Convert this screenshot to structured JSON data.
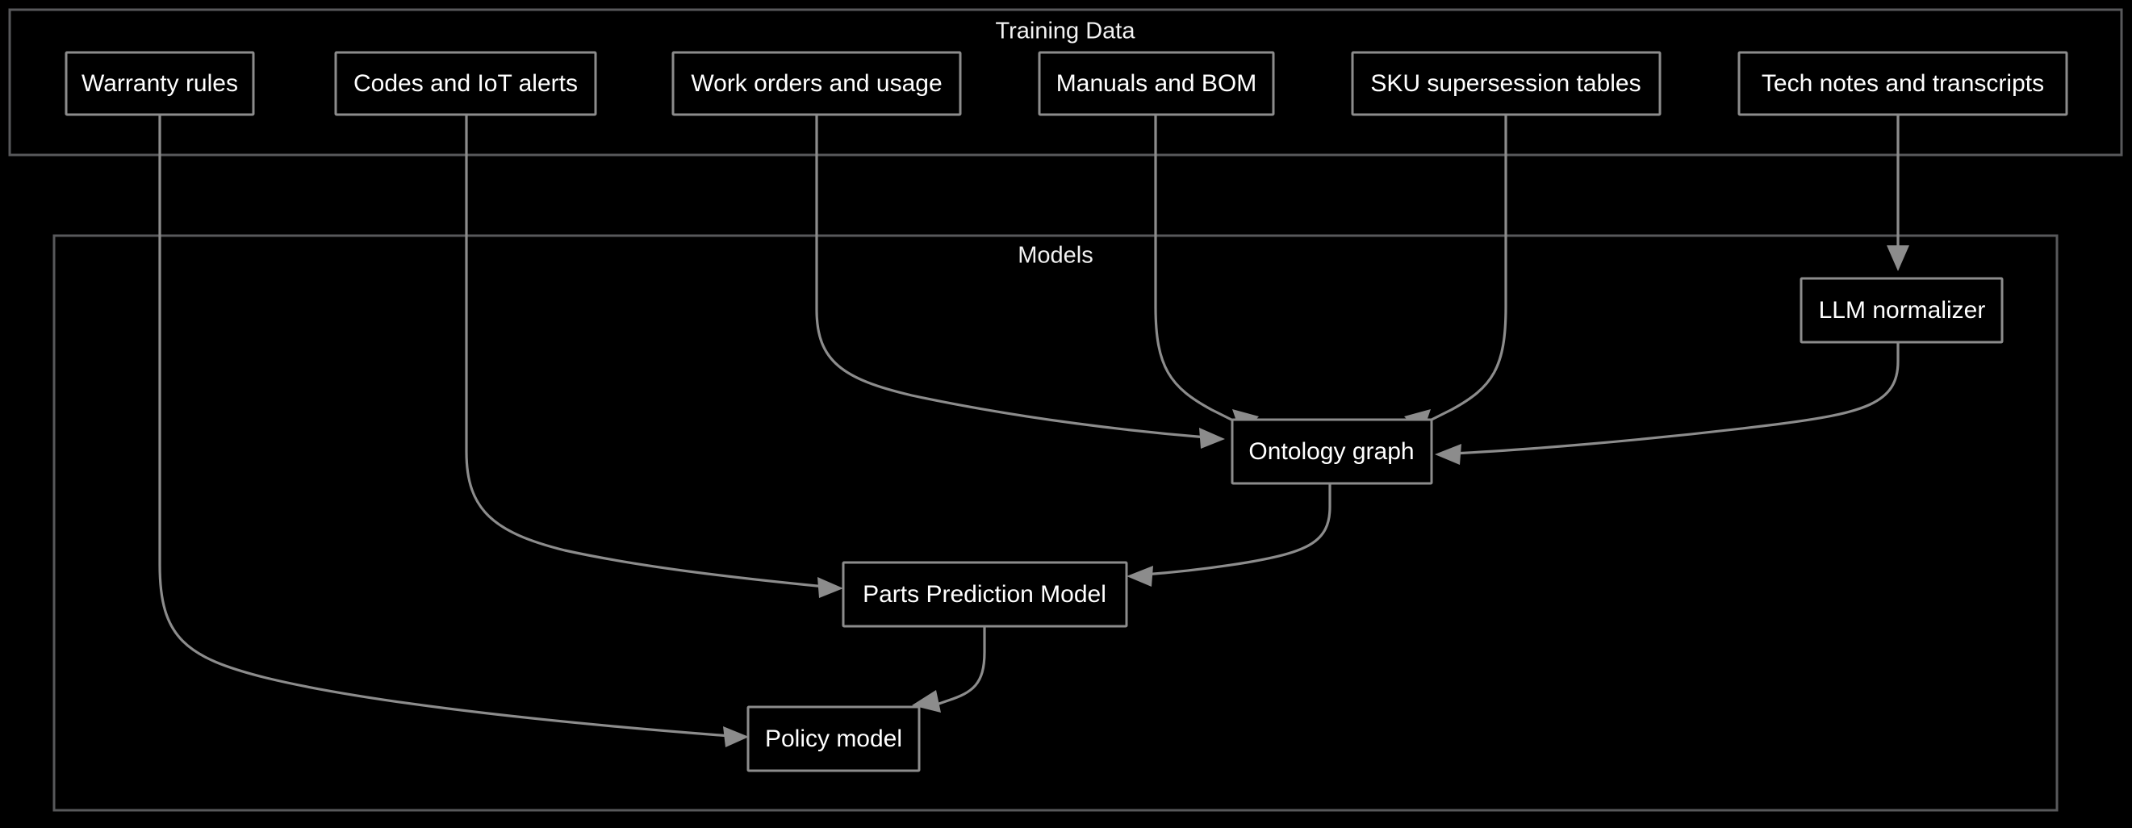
{
  "diagram": {
    "type": "flowchart",
    "direction": "top-down",
    "background_color": "#000000",
    "node_border_color": "#8c8c8c",
    "cluster_border_color": "#58595b",
    "text_color": "#ffffff",
    "edge_color": "#8c8c8c",
    "clusters": [
      {
        "id": "training_data",
        "label": "Training Data",
        "node_ids": [
          "warranty_rules",
          "codes_iot_alerts",
          "work_orders_usage",
          "manuals_bom",
          "sku_supersession",
          "tech_notes_transcripts"
        ]
      },
      {
        "id": "models",
        "label": "Models",
        "node_ids": [
          "llm_normalizer",
          "ontology_graph",
          "parts_prediction_model",
          "policy_model"
        ]
      }
    ],
    "nodes": [
      {
        "id": "warranty_rules",
        "label": "Warranty rules"
      },
      {
        "id": "codes_iot_alerts",
        "label": "Codes and IoT alerts"
      },
      {
        "id": "work_orders_usage",
        "label": "Work orders and usage"
      },
      {
        "id": "manuals_bom",
        "label": "Manuals and BOM"
      },
      {
        "id": "sku_supersession",
        "label": "SKU supersession tables"
      },
      {
        "id": "tech_notes_transcripts",
        "label": "Tech notes and transcripts"
      },
      {
        "id": "llm_normalizer",
        "label": "LLM normalizer"
      },
      {
        "id": "ontology_graph",
        "label": "Ontology graph"
      },
      {
        "id": "parts_prediction_model",
        "label": "Parts Prediction Model"
      },
      {
        "id": "policy_model",
        "label": "Policy model"
      }
    ],
    "edges": [
      {
        "from": "warranty_rules",
        "to": "policy_model"
      },
      {
        "from": "codes_iot_alerts",
        "to": "parts_prediction_model"
      },
      {
        "from": "work_orders_usage",
        "to": "ontology_graph"
      },
      {
        "from": "manuals_bom",
        "to": "ontology_graph"
      },
      {
        "from": "sku_supersession",
        "to": "ontology_graph"
      },
      {
        "from": "tech_notes_transcripts",
        "to": "llm_normalizer"
      },
      {
        "from": "llm_normalizer",
        "to": "ontology_graph"
      },
      {
        "from": "ontology_graph",
        "to": "parts_prediction_model"
      },
      {
        "from": "parts_prediction_model",
        "to": "policy_model"
      }
    ]
  }
}
